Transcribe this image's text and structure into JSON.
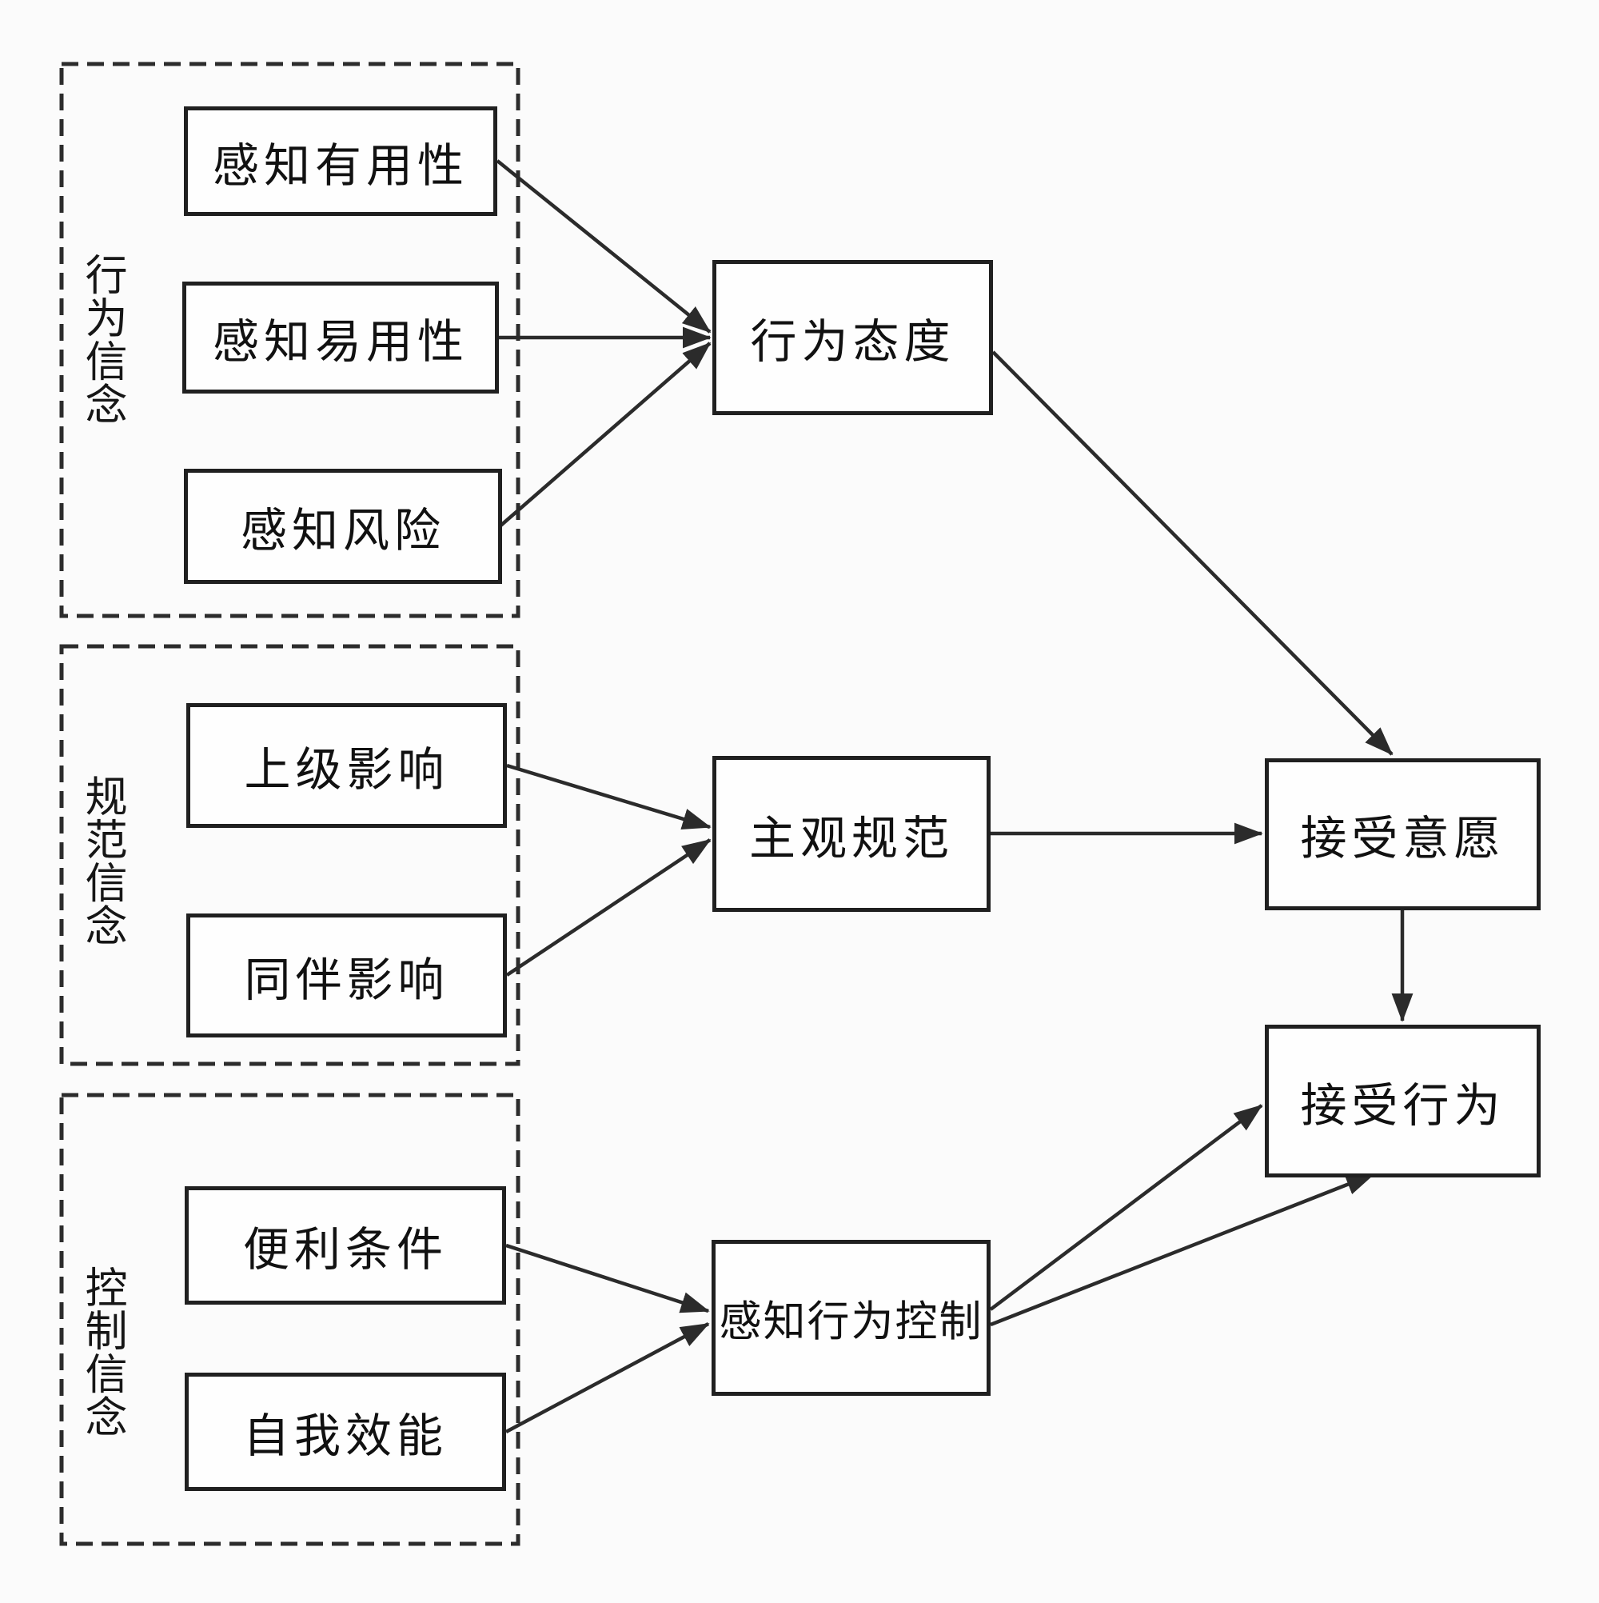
{
  "diagram": {
    "groups": [
      {
        "label": "行为信念",
        "items": [
          "感知有用性",
          "感知易用性",
          "感知风险"
        ]
      },
      {
        "label": "规范信念",
        "items": [
          "上级影响",
          "同伴影响"
        ]
      },
      {
        "label": "控制信念",
        "items": [
          "便利条件",
          "自我效能"
        ]
      }
    ],
    "mediators": [
      "行为态度",
      "主观规范",
      "感知行为控制"
    ],
    "outcomes": [
      "接受意愿",
      "接受行为"
    ],
    "edges": [
      {
        "from": "感知有用性",
        "to": "行为态度"
      },
      {
        "from": "感知易用性",
        "to": "行为态度"
      },
      {
        "from": "感知风险",
        "to": "行为态度"
      },
      {
        "from": "上级影响",
        "to": "主观规范"
      },
      {
        "from": "同伴影响",
        "to": "主观规范"
      },
      {
        "from": "便利条件",
        "to": "感知行为控制"
      },
      {
        "from": "自我效能",
        "to": "感知行为控制"
      },
      {
        "from": "行为态度",
        "to": "接受意愿"
      },
      {
        "from": "主观规范",
        "to": "接受意愿"
      },
      {
        "from": "接受意愿",
        "to": "接受行为"
      },
      {
        "from": "感知行为控制",
        "to": "接受行为"
      },
      {
        "from": "感知行为控制",
        "to": "接受行为"
      }
    ],
    "colors": {
      "stroke": "#2b2b2b",
      "text": "#111111",
      "box_fill": "#fefefe",
      "background": "#fbfbfb"
    }
  }
}
